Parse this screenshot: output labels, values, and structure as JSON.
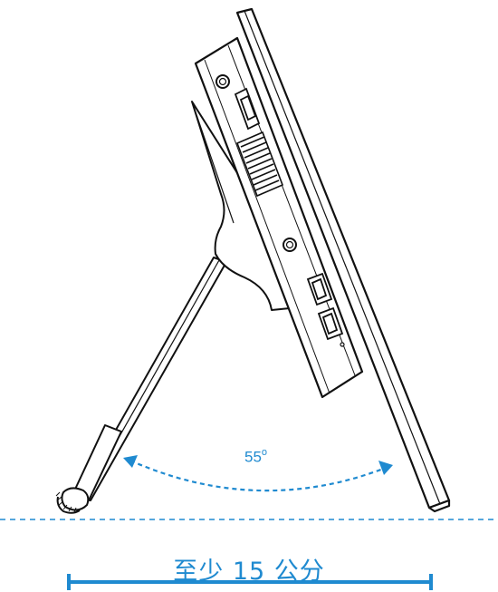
{
  "angle": {
    "value": "55",
    "unit": "o"
  },
  "distance": {
    "label": "至少 15 公分"
  },
  "colors": {
    "accent": "#1f8ad0",
    "device": "#111111"
  }
}
